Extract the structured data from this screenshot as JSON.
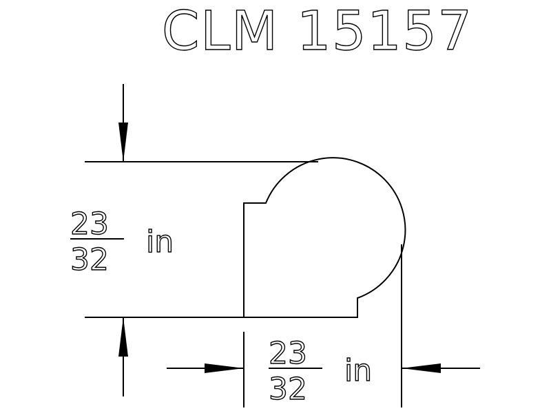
{
  "title": "CLM 15157",
  "height_dim": {
    "numerator": "23",
    "denominator": "32",
    "unit": "in"
  },
  "width_dim": {
    "numerator": "23",
    "denominator": "32",
    "unit": "in"
  },
  "colors": {
    "line": "#000000",
    "background": "#ffffff"
  }
}
